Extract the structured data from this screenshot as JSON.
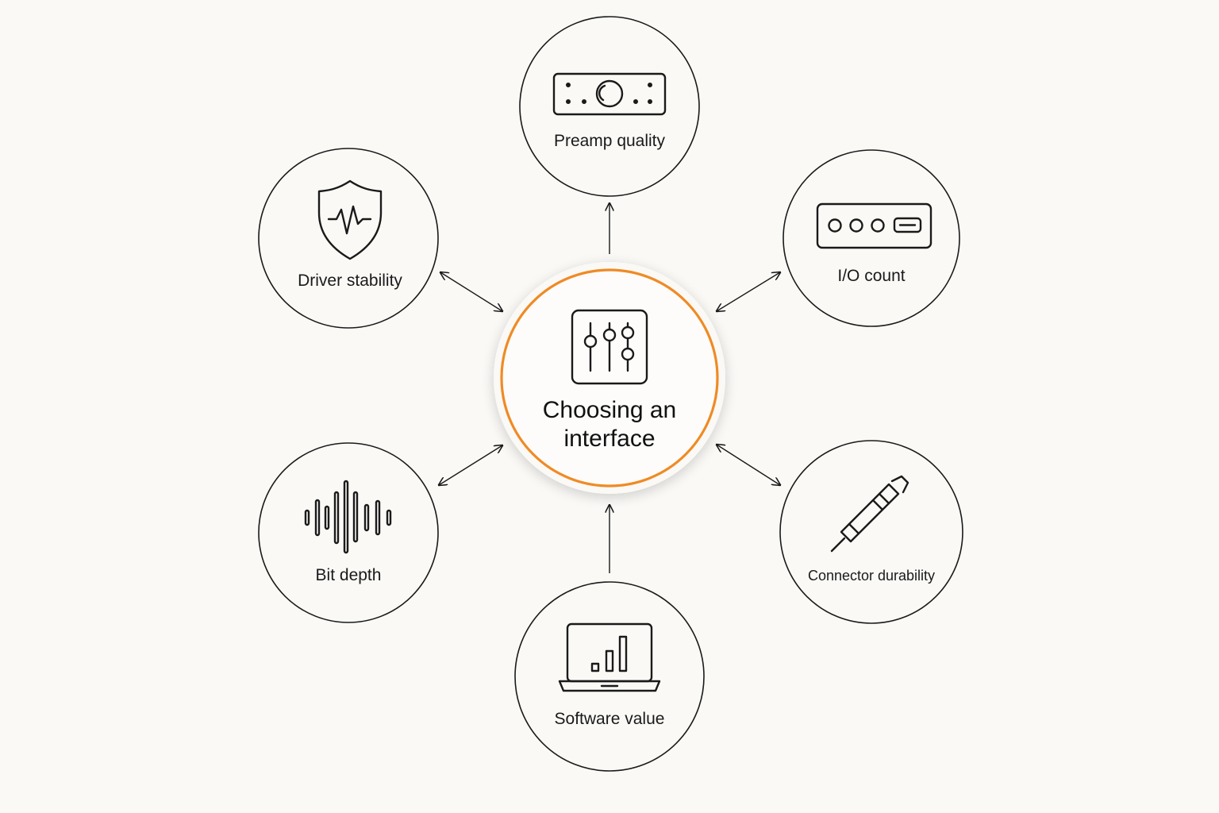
{
  "center": {
    "label_line1": "Choosing an",
    "label_line2": "interface",
    "icon": "mixer-sliders-icon",
    "accent_color": "#f08a24"
  },
  "nodes": [
    {
      "id": "preamp",
      "label": "Preamp quality",
      "icon": "preamp-panel-icon"
    },
    {
      "id": "io",
      "label": "I/O count",
      "icon": "io-ports-icon"
    },
    {
      "id": "connector",
      "label": "Connector durability",
      "icon": "connector-plug-icon"
    },
    {
      "id": "software",
      "label": "Software value",
      "icon": "laptop-chart-icon"
    },
    {
      "id": "bitdepth",
      "label": "Bit depth",
      "icon": "waveform-icon"
    },
    {
      "id": "driver",
      "label": "Driver stability",
      "icon": "shield-pulse-icon"
    }
  ],
  "edges": [
    {
      "from": "center",
      "to": "preamp",
      "direction": "one-way"
    },
    {
      "from": "center",
      "to": "io",
      "direction": "two-way"
    },
    {
      "from": "center",
      "to": "connector",
      "direction": "two-way"
    },
    {
      "from": "software",
      "to": "center",
      "direction": "one-way"
    },
    {
      "from": "center",
      "to": "bitdepth",
      "direction": "two-way"
    },
    {
      "from": "center",
      "to": "driver",
      "direction": "two-way"
    }
  ],
  "colors": {
    "background": "#faf9f6",
    "stroke": "#1a1a1a",
    "accent": "#f08a24"
  }
}
